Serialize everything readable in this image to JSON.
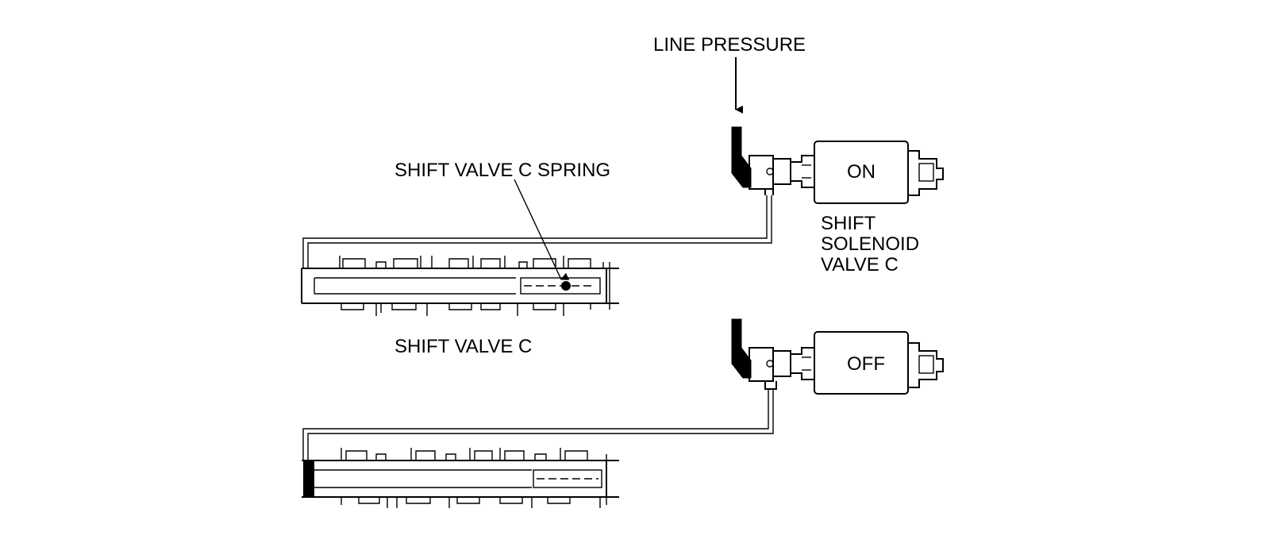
{
  "labels": {
    "line_pressure": "LINE PRESSURE",
    "spring": "SHIFT VALVE C SPRING",
    "solenoid_line1": "SHIFT",
    "solenoid_line2": "SOLENOID",
    "solenoid_line3": "VALVE C",
    "valve": "SHIFT VALVE C"
  },
  "solenoid_states": {
    "top": "ON",
    "bottom": "OFF"
  }
}
